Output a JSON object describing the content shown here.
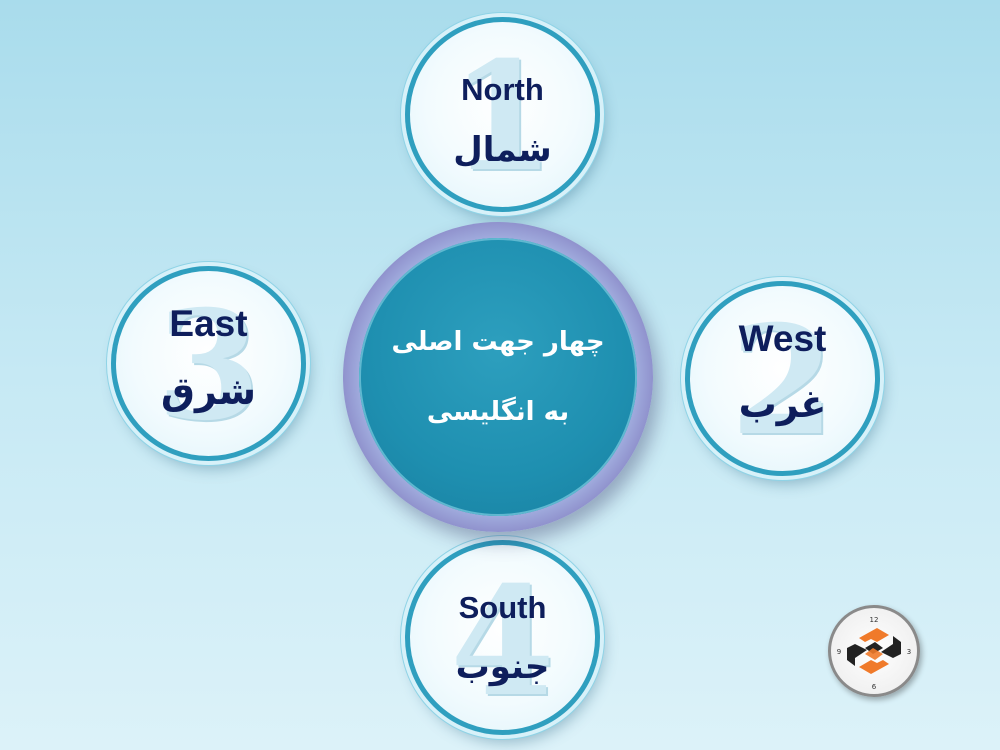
{
  "center": {
    "line1": "چهار جهت اصلی",
    "line2": "به انگلیسی"
  },
  "directions": {
    "north": {
      "number": "1",
      "en": "North",
      "fa": "شمال"
    },
    "west": {
      "number": "2",
      "en": "West",
      "fa": "غرب"
    },
    "east": {
      "number": "3",
      "en": "East",
      "fa": "شرق"
    },
    "south": {
      "number": "4",
      "en": "South",
      "fa": "جنوب"
    }
  },
  "logo": {
    "icon": "clock-logo-icon",
    "clock_numerals": [
      "12",
      "3",
      "6",
      "9"
    ]
  },
  "colors": {
    "center_fill": "#1e8fb0",
    "ring_accent": "#4b2f86",
    "circle_border": "#2f9fbf",
    "label_text": "#0e1e5c",
    "logo_orange": "#f07a2a"
  }
}
